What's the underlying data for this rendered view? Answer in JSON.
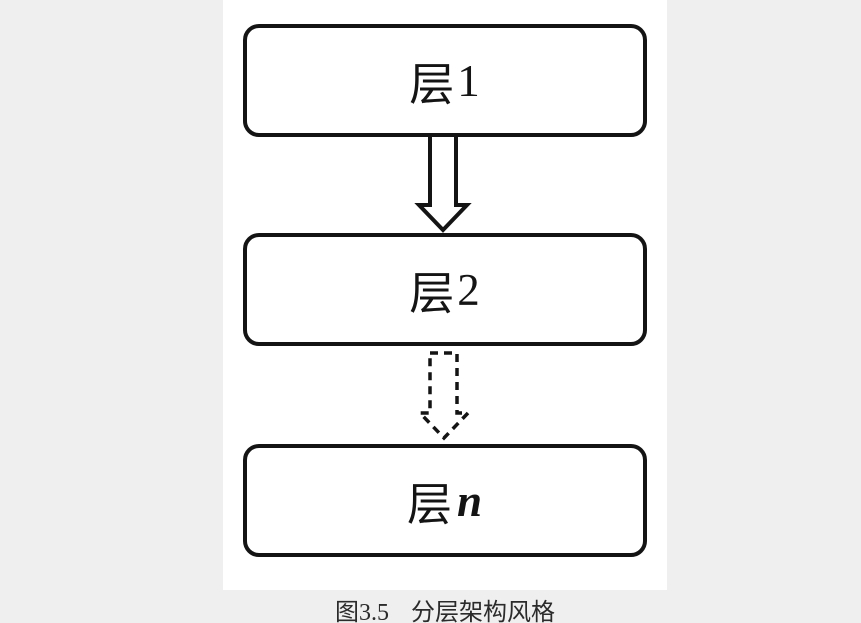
{
  "figure": {
    "boxes": [
      {
        "base": "层",
        "index": "1"
      },
      {
        "base": "层",
        "index": "2"
      },
      {
        "base": "层",
        "index": "n"
      }
    ],
    "arrows": [
      {
        "name": "arrow-layer1-to-layer2",
        "style": "solid",
        "direction": "down"
      },
      {
        "name": "arrow-layer2-to-layern",
        "style": "dashed",
        "direction": "down"
      }
    ],
    "caption": {
      "label": "图3.5",
      "title": "分层架构风格"
    },
    "colors": {
      "page_background": "#efefef",
      "panel_background": "#ffffff",
      "stroke": "#141414",
      "caption_text": "#2b2b2b"
    }
  }
}
